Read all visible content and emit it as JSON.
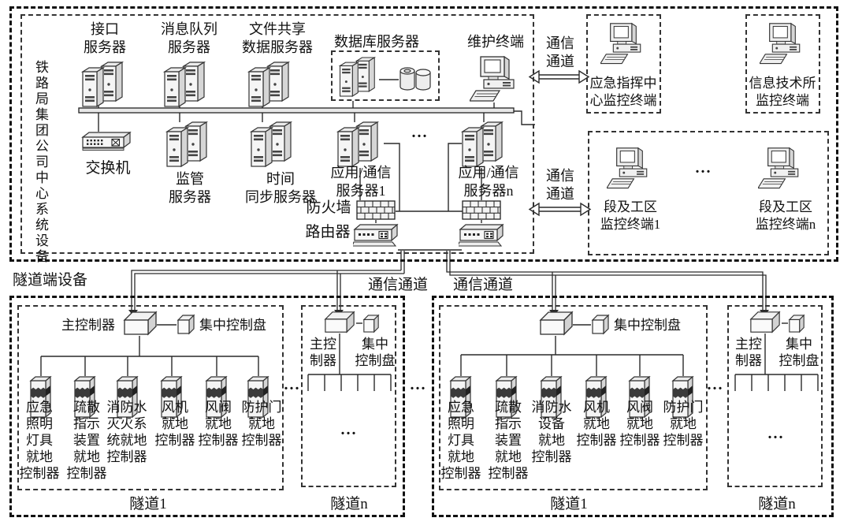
{
  "colors": {
    "line": "#2a2a2a",
    "background": "#ffffff",
    "icon_fill": "#f2f2f2",
    "icon_shade": "#d6d6d6",
    "text": "#111111"
  },
  "icons": {
    "server": "tower-server-pair",
    "terminal": "desktop-computer",
    "switch": "network-switch",
    "firewall": "brick-wall",
    "router": "router-box",
    "disk": "disk-array",
    "controller": "iso-box",
    "panel": "iso-box-small",
    "cabinet": "control-cabinet"
  },
  "center_system": {
    "side_label": "铁路局集团公司中心系统设备",
    "interface_server": "接口\n服务器",
    "mq_server": "消息队列\n服务器",
    "fileshare_server": "文件共享\n数据服务器",
    "database_server": "数据库服务器",
    "maintenance_terminal": "维护终端",
    "switch": "交换机",
    "supervision_server": "监管\n服务器",
    "time_sync_server": "时间\n同步服务器",
    "app_comm_server_1": "应用/通信\n服务器1",
    "app_comm_server_n": "应用/通信\n服务器n",
    "servers_ellipsis": "...",
    "firewall": "防火墙",
    "router": "路由器"
  },
  "remote_terminals": {
    "comm_channel_top": "通信\n通道",
    "comm_channel_mid": "通信\n通道",
    "emergency_center": "应急指挥中\n心监控终端",
    "it_institute": "信息技术所\n监控终端",
    "section_1": "段及工区\n监控终端1",
    "section_n": "段及工区\n监控终端n",
    "section_ellipsis": "..."
  },
  "tunnel_side": {
    "title": "隧道端设备",
    "comm_channel_left": "通信通道",
    "comm_channel_right": "通信通道",
    "groups_ellipsis": "...",
    "left_group": {
      "inner_ellipsis": "...",
      "tunnel1": {
        "main_controller": "主控制器",
        "central_panel": "集中控制盘",
        "devices": [
          "应急\n照明\n灯具\n就地\n控制器",
          "疏散\n指示\n装置\n就地\n控制器",
          "消防水\n灭火系\n统就地\n控制器",
          "风机\n就地\n控制器",
          "风阀\n就地\n控制器",
          "防护门\n就地\n控制器"
        ],
        "name": "隧道1"
      },
      "tunnel_n": {
        "main_controller": "主控\n制器",
        "central_panel": "集中\n控制盘",
        "ellipsis": "...",
        "name": "隧道n"
      }
    },
    "right_group": {
      "inner_ellipsis": "...",
      "tunnel1": {
        "central_panel": "集中控制盘",
        "devices": [
          "应急\n照明\n灯具\n就地\n控制器",
          "疏散\n指示\n装置\n就地\n控制器",
          "消防水\n设备\n就地\n控制器",
          "风机\n就地\n控制器",
          "风阀\n就地\n控制器",
          "防护门\n就地\n控制器"
        ],
        "name": "隧道1"
      },
      "tunnel_n": {
        "main_controller": "主控\n制器",
        "central_panel": "集中\n控制盘",
        "ellipsis": "...",
        "name": "隧道n"
      }
    }
  }
}
